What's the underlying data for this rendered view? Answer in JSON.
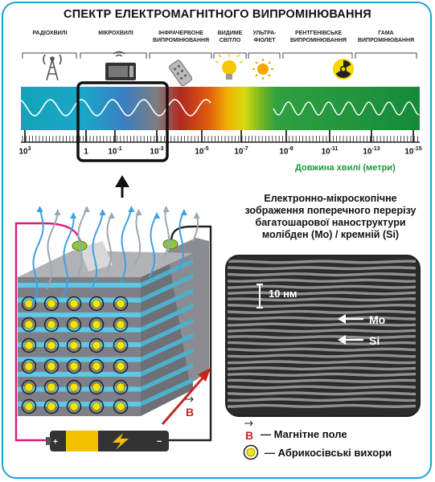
{
  "title": "СПЕКТР ЕЛЕКТРОМАГНІТНОГО ВИПРОМІНЮВАННЯ",
  "categories": [
    {
      "label": "РАДІОХВИЛІ"
    },
    {
      "label": "МІКРОХВИЛІ"
    },
    {
      "label": "ІНФРАЧЕРВОНЕ\nВИПРОМІНЮВАННЯ"
    },
    {
      "label": "ВИДИМЕ\nСВІТЛО"
    },
    {
      "label": "УЛЬТРА-\nФІОЛЕТ"
    },
    {
      "label": "РЕНТГЕНІВСЬКЕ\nВИПРОМІНЮВАННЯ"
    },
    {
      "label": "ГАМА\nВИПРОМІНЮВАННЯ"
    }
  ],
  "icons": [
    "radio-tower-icon",
    "microwave-oven-icon",
    "remote-control-icon",
    "light-bulb-icon",
    "sun-icon",
    "radiation-icon"
  ],
  "axis": {
    "ticks": [
      {
        "base": "10",
        "exp": "3"
      },
      {
        "base": "1",
        "exp": ""
      },
      {
        "base": "10",
        "exp": "-1"
      },
      {
        "base": "10",
        "exp": "-3"
      },
      {
        "base": "10",
        "exp": "-5"
      },
      {
        "base": "10",
        "exp": "-7"
      },
      {
        "base": "10",
        "exp": "-9"
      },
      {
        "base": "10",
        "exp": "-11"
      },
      {
        "base": "10",
        "exp": "-13"
      },
      {
        "base": "10",
        "exp": "-15"
      }
    ],
    "title": "Довжина хвилі (метри)"
  },
  "sem": {
    "title": "Електронно-мікроскопічне зображення поперечного перерізу багатошарової наноструктури молібден (Mo) / кремній (Si)",
    "scale_label": "10 нм",
    "mo_label": "Mo",
    "si_label": "Si"
  },
  "device": {
    "field_symbol": "B"
  },
  "legend": {
    "field_symbol": "B",
    "field_text": "— Магнітне поле",
    "vortex_text": "— Абрикосівські вихори"
  },
  "colors": {
    "frame": "#1aa0dc",
    "axis_title": "#1a9a3a",
    "field_arrow": "#c0281e",
    "wire_left": "#d81b7a",
    "vortex_core": "#f5e600",
    "battery": "#f2c200"
  }
}
